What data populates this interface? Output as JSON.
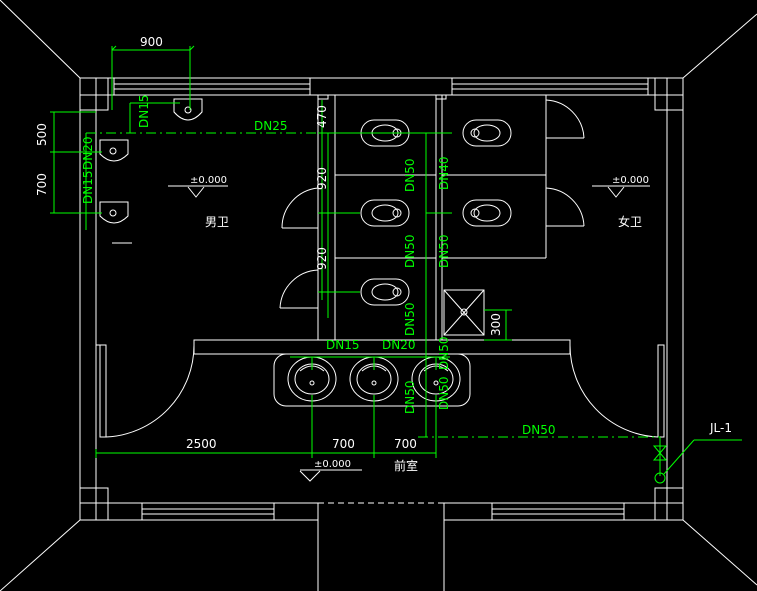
{
  "colors": {
    "background": "#000000",
    "walls": "#ffffff",
    "pipes": "#00ff00",
    "text_white": "#ffffff",
    "text_green": "#00ff00"
  },
  "rooms": {
    "men": "男卫",
    "women": "女卫",
    "front": "前室"
  },
  "elevations": {
    "men": "±0.000",
    "women": "±0.000",
    "front": "±0.000"
  },
  "dimensions": {
    "top_900": "900",
    "left_500": "500",
    "left_700": "700",
    "stall_470": "470",
    "stall_920_a": "920",
    "stall_920_b": "920",
    "shower_300": "300",
    "bottom_2500": "2500",
    "bottom_700_a": "700",
    "bottom_700_b": "700"
  },
  "pipes": {
    "dn15_top": "DN15",
    "dn25": "DN25",
    "dn20_left": "DN20",
    "dn15_left": "DN15",
    "dn50_a": "DN50",
    "dn50_b": "DN50",
    "dn40": "DN40",
    "dn50_c": "DN50",
    "dn50_d": "DN50",
    "dn50_e": "DN50",
    "dn15_sink": "DN15",
    "dn20_sink": "DN20",
    "dn50_f": "DN50",
    "dn50_g": "DN50",
    "dn50_bottom": "DN50"
  },
  "riser": {
    "label": "JL-1"
  }
}
